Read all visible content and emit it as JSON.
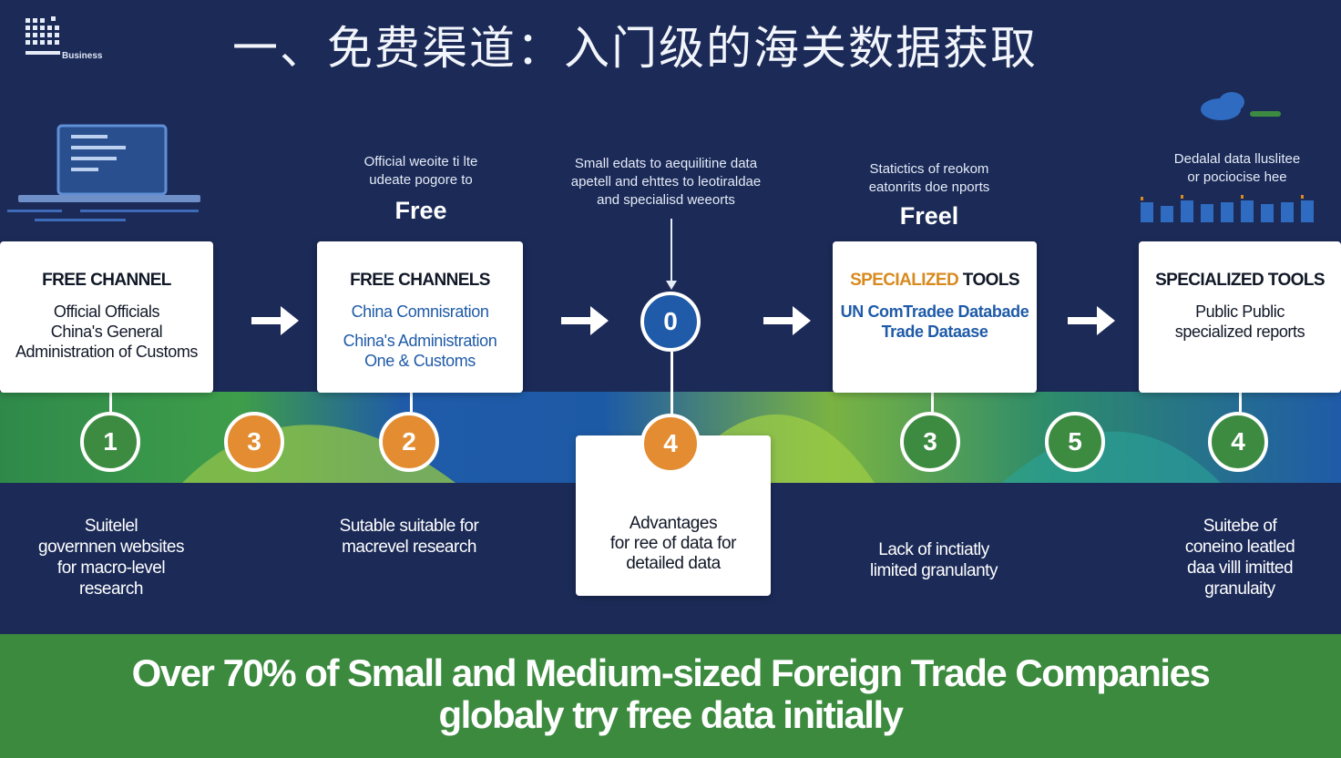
{
  "title": "一、免费渠道：入门级的海关数据获取",
  "logo": {
    "text": "Business"
  },
  "cards": [
    {
      "heading": "FREE CHANNEL",
      "body": [
        "Official Officials",
        "China's General",
        "Administration of Customs"
      ]
    },
    {
      "heading": "FREE CHANNELS",
      "body": [
        "China Comnisration",
        "China's Administration",
        "One & Customs"
      ]
    },
    {
      "heading_orange": "SPECIALIZED",
      "heading": "TOOLS",
      "body": [
        "UN ComTradee Databade",
        "Trade Dataase"
      ]
    },
    {
      "heading": "SPECIALIZED TOOLS",
      "body": [
        "Public Public",
        "specialized reports"
      ]
    }
  ],
  "center_card": {
    "lines": [
      "Advantages",
      "for ree of data for",
      "detailed data"
    ]
  },
  "top_labels": [
    {
      "lines": [
        "Official weoite ti lte",
        "udeate pogore to"
      ],
      "emphasis": "Free"
    },
    {
      "lines": [
        "Small edats to aequilitine data",
        "apetell and ehttes to leotiraldae",
        "and specialisd weeorts"
      ]
    },
    {
      "lines": [
        "Statictics of reokom",
        "eatonrits doe nports"
      ],
      "emphasis": "Freel"
    },
    {
      "lines": [
        "Dedalal data lluslitee",
        "or pociocise hee"
      ]
    }
  ],
  "circles": [
    "1",
    "3",
    "2",
    "0",
    "4",
    "3",
    "5",
    "4"
  ],
  "bottom_labels": [
    {
      "lines": [
        "Suitelel",
        "governnen websites",
        "for macro-level",
        "research"
      ]
    },
    {
      "lines": [
        "Sutable suitable for",
        "macrevel research"
      ]
    },
    {
      "lines": [
        "Lack of inctiatly",
        "limited granulanty"
      ]
    },
    {
      "lines": [
        "Suitebe of",
        "coneino leatled",
        "daa villl imitted",
        "granulaity"
      ]
    }
  ],
  "footer": {
    "lines": [
      "Over 70% of Small and Medium-sized Foreign Trade Companies",
      "globaly try free data  initially"
    ]
  },
  "colors": {
    "background": "#1b2a57",
    "green": "#3d8b41",
    "orange": "#e38c32",
    "blue": "#1f5ba8",
    "footer": "#3b8a3e"
  }
}
